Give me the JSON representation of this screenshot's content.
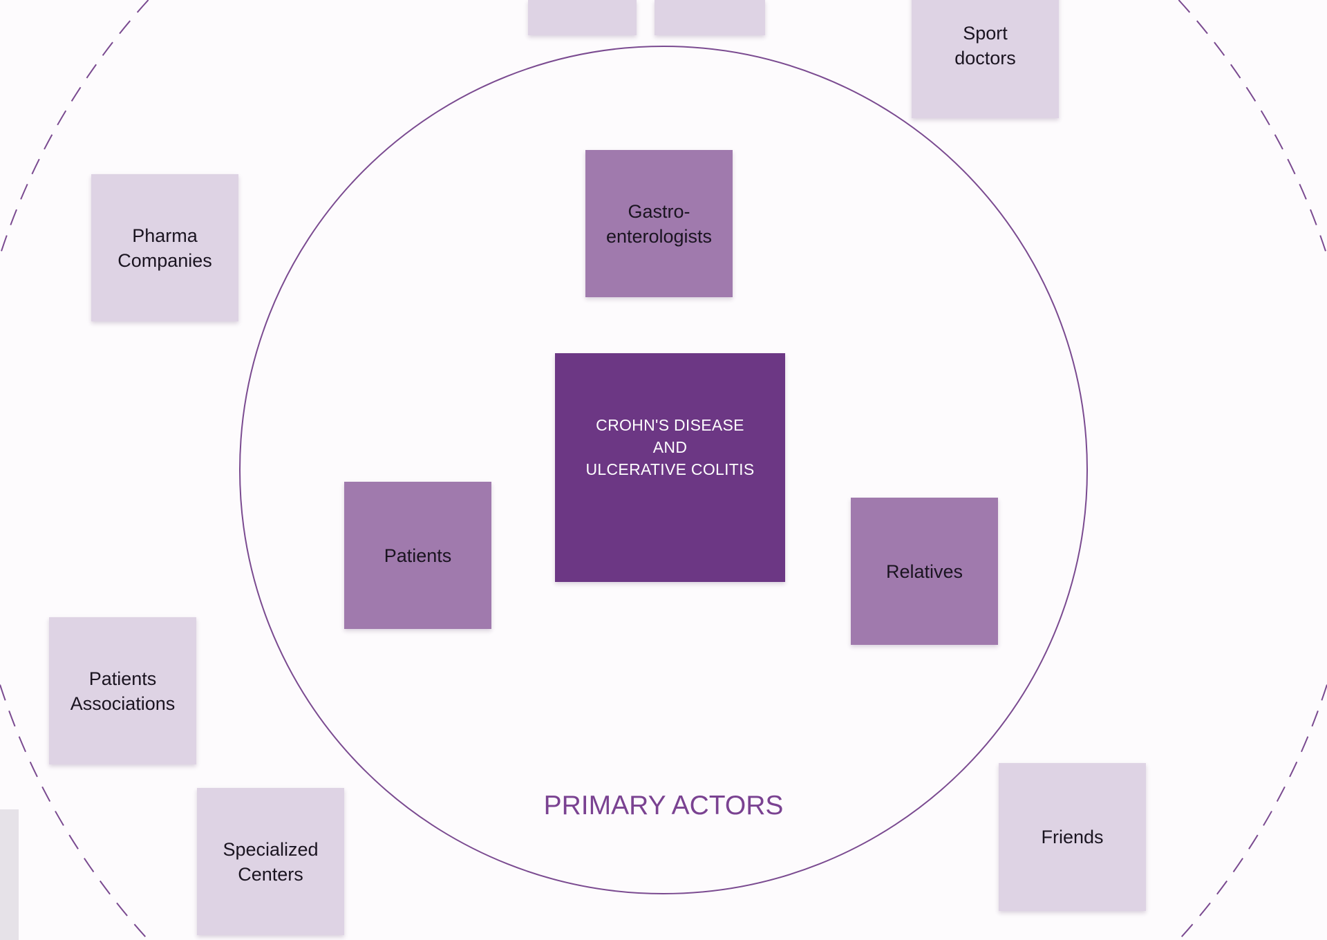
{
  "diagram": {
    "center_topic": "CROHN'S DISEASE\nAND\nULCERATIVE COLITIS",
    "ring_label": "PRIMARY ACTORS",
    "primary_actors": [
      "Gastro-\nenterologists",
      "Patients",
      "Relatives"
    ],
    "secondary_actors": [
      "Sport\ndoctors",
      "Pharma\nCompanies",
      "Patients\nAssociations",
      "Specialized\nCenters",
      "Friends"
    ],
    "colors": {
      "background": "#fdfbfd",
      "core": "#6c3784",
      "primary": "#a07aad",
      "secondary": "#ded3e4",
      "ring": "#7a4a90"
    }
  }
}
